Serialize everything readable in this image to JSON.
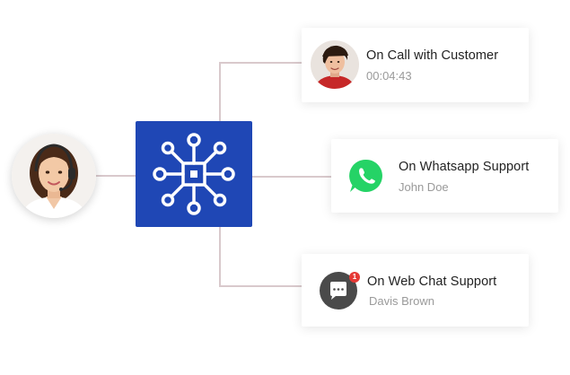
{
  "hub": {
    "icon": "network-hub-icon"
  },
  "cards": [
    {
      "title": "On Call with Customer",
      "subtitle": "00:04:43",
      "icon": "customer-avatar"
    },
    {
      "title": "On Whatsapp Support",
      "subtitle": "John Doe",
      "icon": "whatsapp-icon"
    },
    {
      "title": "On Web Chat Support",
      "subtitle": "Davis Brown",
      "icon": "chat-bubble-icon",
      "badge": "1"
    }
  ],
  "colors": {
    "hub": "#1f47b5",
    "connector": "#d9c9cc",
    "whatsapp": "#25d366",
    "chat": "#4a4a4a",
    "badge": "#e53935"
  }
}
